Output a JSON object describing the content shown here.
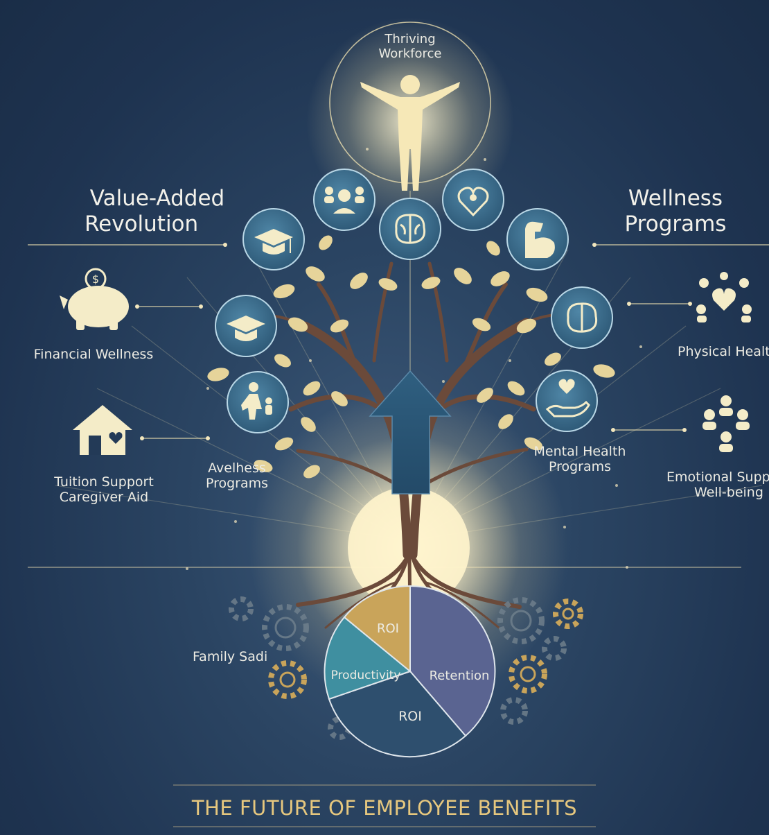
{
  "diagram": {
    "top_node": {
      "line1": "Thriving",
      "line2": "Workforce"
    },
    "left_heading": {
      "line1": "Value-Added",
      "line2": "Revolution"
    },
    "right_heading": {
      "line1": "Wellness",
      "line2": "Programs"
    },
    "left_labels": {
      "financial": "Financial Wellness",
      "tuition": "Tuition Support",
      "caregiver": "Caregiver Aid",
      "family": "Family Sadi"
    },
    "tree_labels": {
      "left": {
        "line1": "Avelhess",
        "line2": "Programs"
      },
      "right": {
        "line1": "Mental Health",
        "line2": "Programs"
      }
    },
    "right_labels": {
      "physical": "Physical Healt",
      "emotional_line1": "Emotional Supp",
      "emotional_line2": "Well-being"
    },
    "pie": {
      "top": "ROI",
      "left": "Productivity",
      "right": "Retention",
      "bottom": "ROI"
    },
    "footer_title": "THE FUTURE OF EMPLOYEE BENEFITS"
  },
  "icons": {
    "circle_nodes": [
      "team-icon",
      "brain-icon",
      "heart-child-icon",
      "graduation-cap-icon",
      "flexed-arm-icon",
      "graduation-cap-icon",
      "brain-icon",
      "parent-child-icon",
      "caring-hand-icon"
    ],
    "side": [
      "piggy-bank-icon",
      "house-heart-icon",
      "community-heart-icon",
      "support-group-icon"
    ]
  },
  "colors": {
    "background": "#233a57",
    "glow": "#fff6d0",
    "leaf": "#e6d49a",
    "branch": "#6b4a3a",
    "arrow": "#2d5676",
    "pie_gold": "#c9a45a",
    "pie_violet": "#5a6491",
    "pie_teal": "#3f8fa0",
    "pie_navy": "#2e4f6e",
    "footer": "#e6c77e"
  }
}
